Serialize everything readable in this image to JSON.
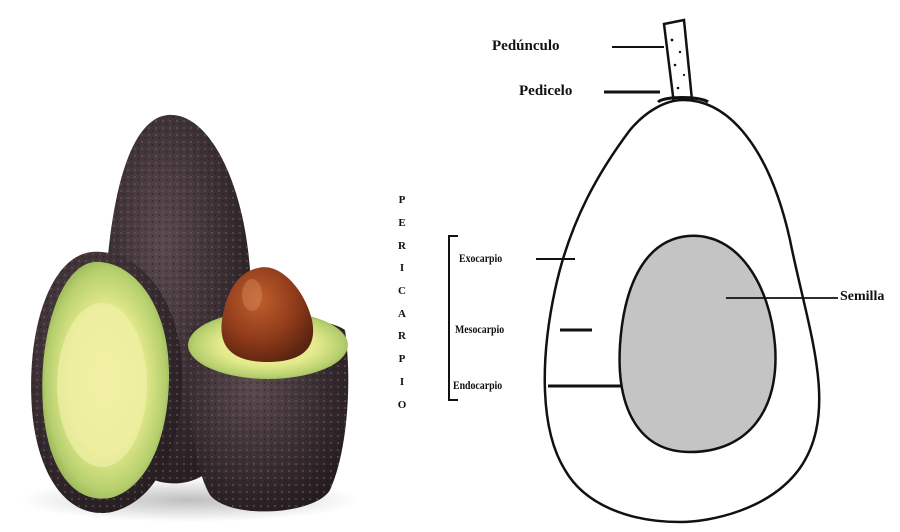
{
  "labels": {
    "peduncle": "Pedúnculo",
    "pedicel": "Pedicelo",
    "exocarp": "Exocarpio",
    "mesocarp": "Mesocarpio",
    "endocarp": "Endocarpio",
    "seed": "Semilla"
  },
  "pericarp_letters": [
    "P",
    "E",
    "R",
    "I",
    "C",
    "A",
    "R",
    "P",
    "I",
    "O"
  ],
  "colors": {
    "seed_fill": "#c4c4c4",
    "outline": "#111111",
    "avocado_skin": "#3b2f33",
    "avocado_flesh_edge": "#a8c46a",
    "avocado_flesh_center": "#eef0a0",
    "avocado_pit": "#8b3a1c"
  }
}
